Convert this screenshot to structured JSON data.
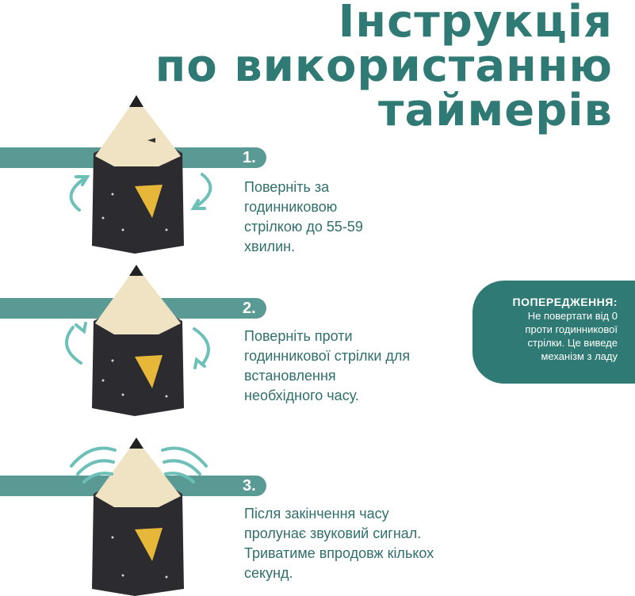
{
  "header": {
    "title_lines": [
      "Інструкція",
      "по використанню",
      "таймерів"
    ]
  },
  "steps": [
    {
      "number": "1.",
      "text": "Поверніть за\nгодинниковою\nстрілкою до 55-59\nхвилин.",
      "icon": "rotate-clockwise-arrows"
    },
    {
      "number": "2.",
      "text": "Поверніть проти\nгодинникової стрілки для\nвстановлення\nнеобхідного  часу.",
      "icon": "rotate-counterclockwise-arrows"
    },
    {
      "number": "3.",
      "text": "Після закінчення часу\nпролунає звуковий сигнал.\nТриватиме впродовж кількох\nсекунд.",
      "icon": "sound-waves"
    }
  ],
  "warning": {
    "title": "ПОПЕРЕДЖЕННЯ:",
    "body": "Не повертати від 0\nпроти годинникової\nстрілки. Це виведе\nмеханізм з ладу"
  },
  "colors": {
    "accent": "#2f7a74",
    "band": "#5a9a94",
    "arrows": "#6cc0b8",
    "timer_body": "#2b2b30",
    "timer_tip": "#efe3c3"
  }
}
